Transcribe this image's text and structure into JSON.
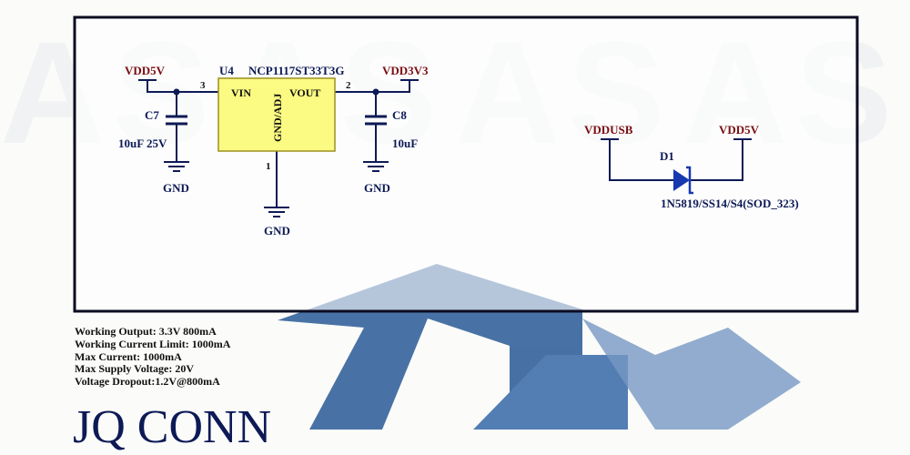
{
  "watermark": {
    "text": "AS"
  },
  "regulator": {
    "ref": "U4",
    "part": "NCP1117ST33T3G",
    "pin_in_label": "VIN",
    "pin_out_label": "VOUT",
    "pin_gnd_label": "GND/ADJ",
    "pin_in_num": "3",
    "pin_out_num": "2",
    "pin_gnd_num": "1"
  },
  "nets": {
    "vdd5v_left": "VDD5V",
    "vdd3v3": "VDD3V3",
    "vddusb": "VDDUSB",
    "vdd5v_right": "VDD5V",
    "gnd_c7": "GND",
    "gnd_u4": "GND",
    "gnd_c8": "GND"
  },
  "capacitors": [
    {
      "ref": "C7",
      "value": "10uF 25V"
    },
    {
      "ref": "C8",
      "value": "10uF"
    }
  ],
  "diode": {
    "ref": "D1",
    "part": "1N5819/SS14/S4(SOD_323)"
  },
  "specs": [
    "Working Output: 3.3V 800mA",
    "Working Current Limit: 1000mA",
    "Max Current: 1000mA",
    "Max Supply Voltage: 20V",
    "Voltage Dropout:1.2V@800mA"
  ],
  "brand": "JQ CONN",
  "colors": {
    "border": "#0b0b22",
    "wire": "#0d1a56",
    "net_label": "#7a0d12",
    "regulator_fill": "#fbfa82",
    "regulator_stroke": "#9c9020",
    "diode": "#1838b0",
    "logo": "#3e6aa0"
  }
}
